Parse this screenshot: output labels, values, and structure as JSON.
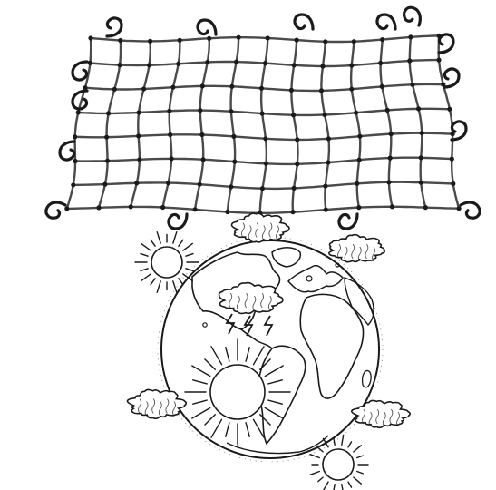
{
  "scene": {
    "background_color": "#ffffff",
    "ink_color": "#1a1a1a",
    "net_cord_color": "#4a4a4a",
    "net_grid": {
      "columns": 12,
      "rows": 7
    },
    "hook_count": 15,
    "cloud_count": 5,
    "sun_count": 3,
    "planet": "earth"
  }
}
